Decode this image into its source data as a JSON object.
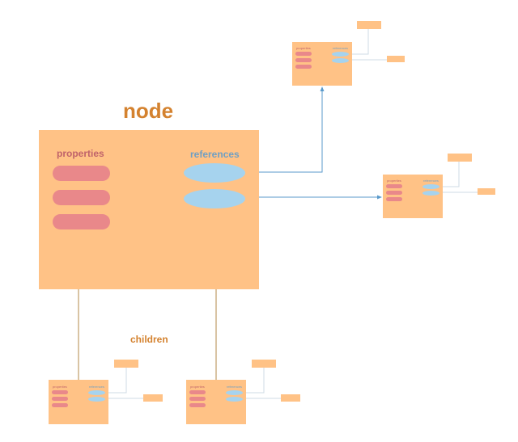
{
  "title": "node",
  "main_node": {
    "properties_label": "properties",
    "references_label": "references"
  },
  "children_label": "children",
  "mini_node": {
    "properties_label": "properties",
    "references_label": "references"
  },
  "colors": {
    "node_fill": "#ffc286",
    "property_fill": "#e9888a",
    "reference_fill": "#a6d3ee",
    "title_text": "#d4822f",
    "properties_text": "#c0636a",
    "references_text": "#6f9fc4",
    "children_text": "#d4822f",
    "reference_line": "#5a9acb",
    "child_line": "#b38a4a"
  }
}
